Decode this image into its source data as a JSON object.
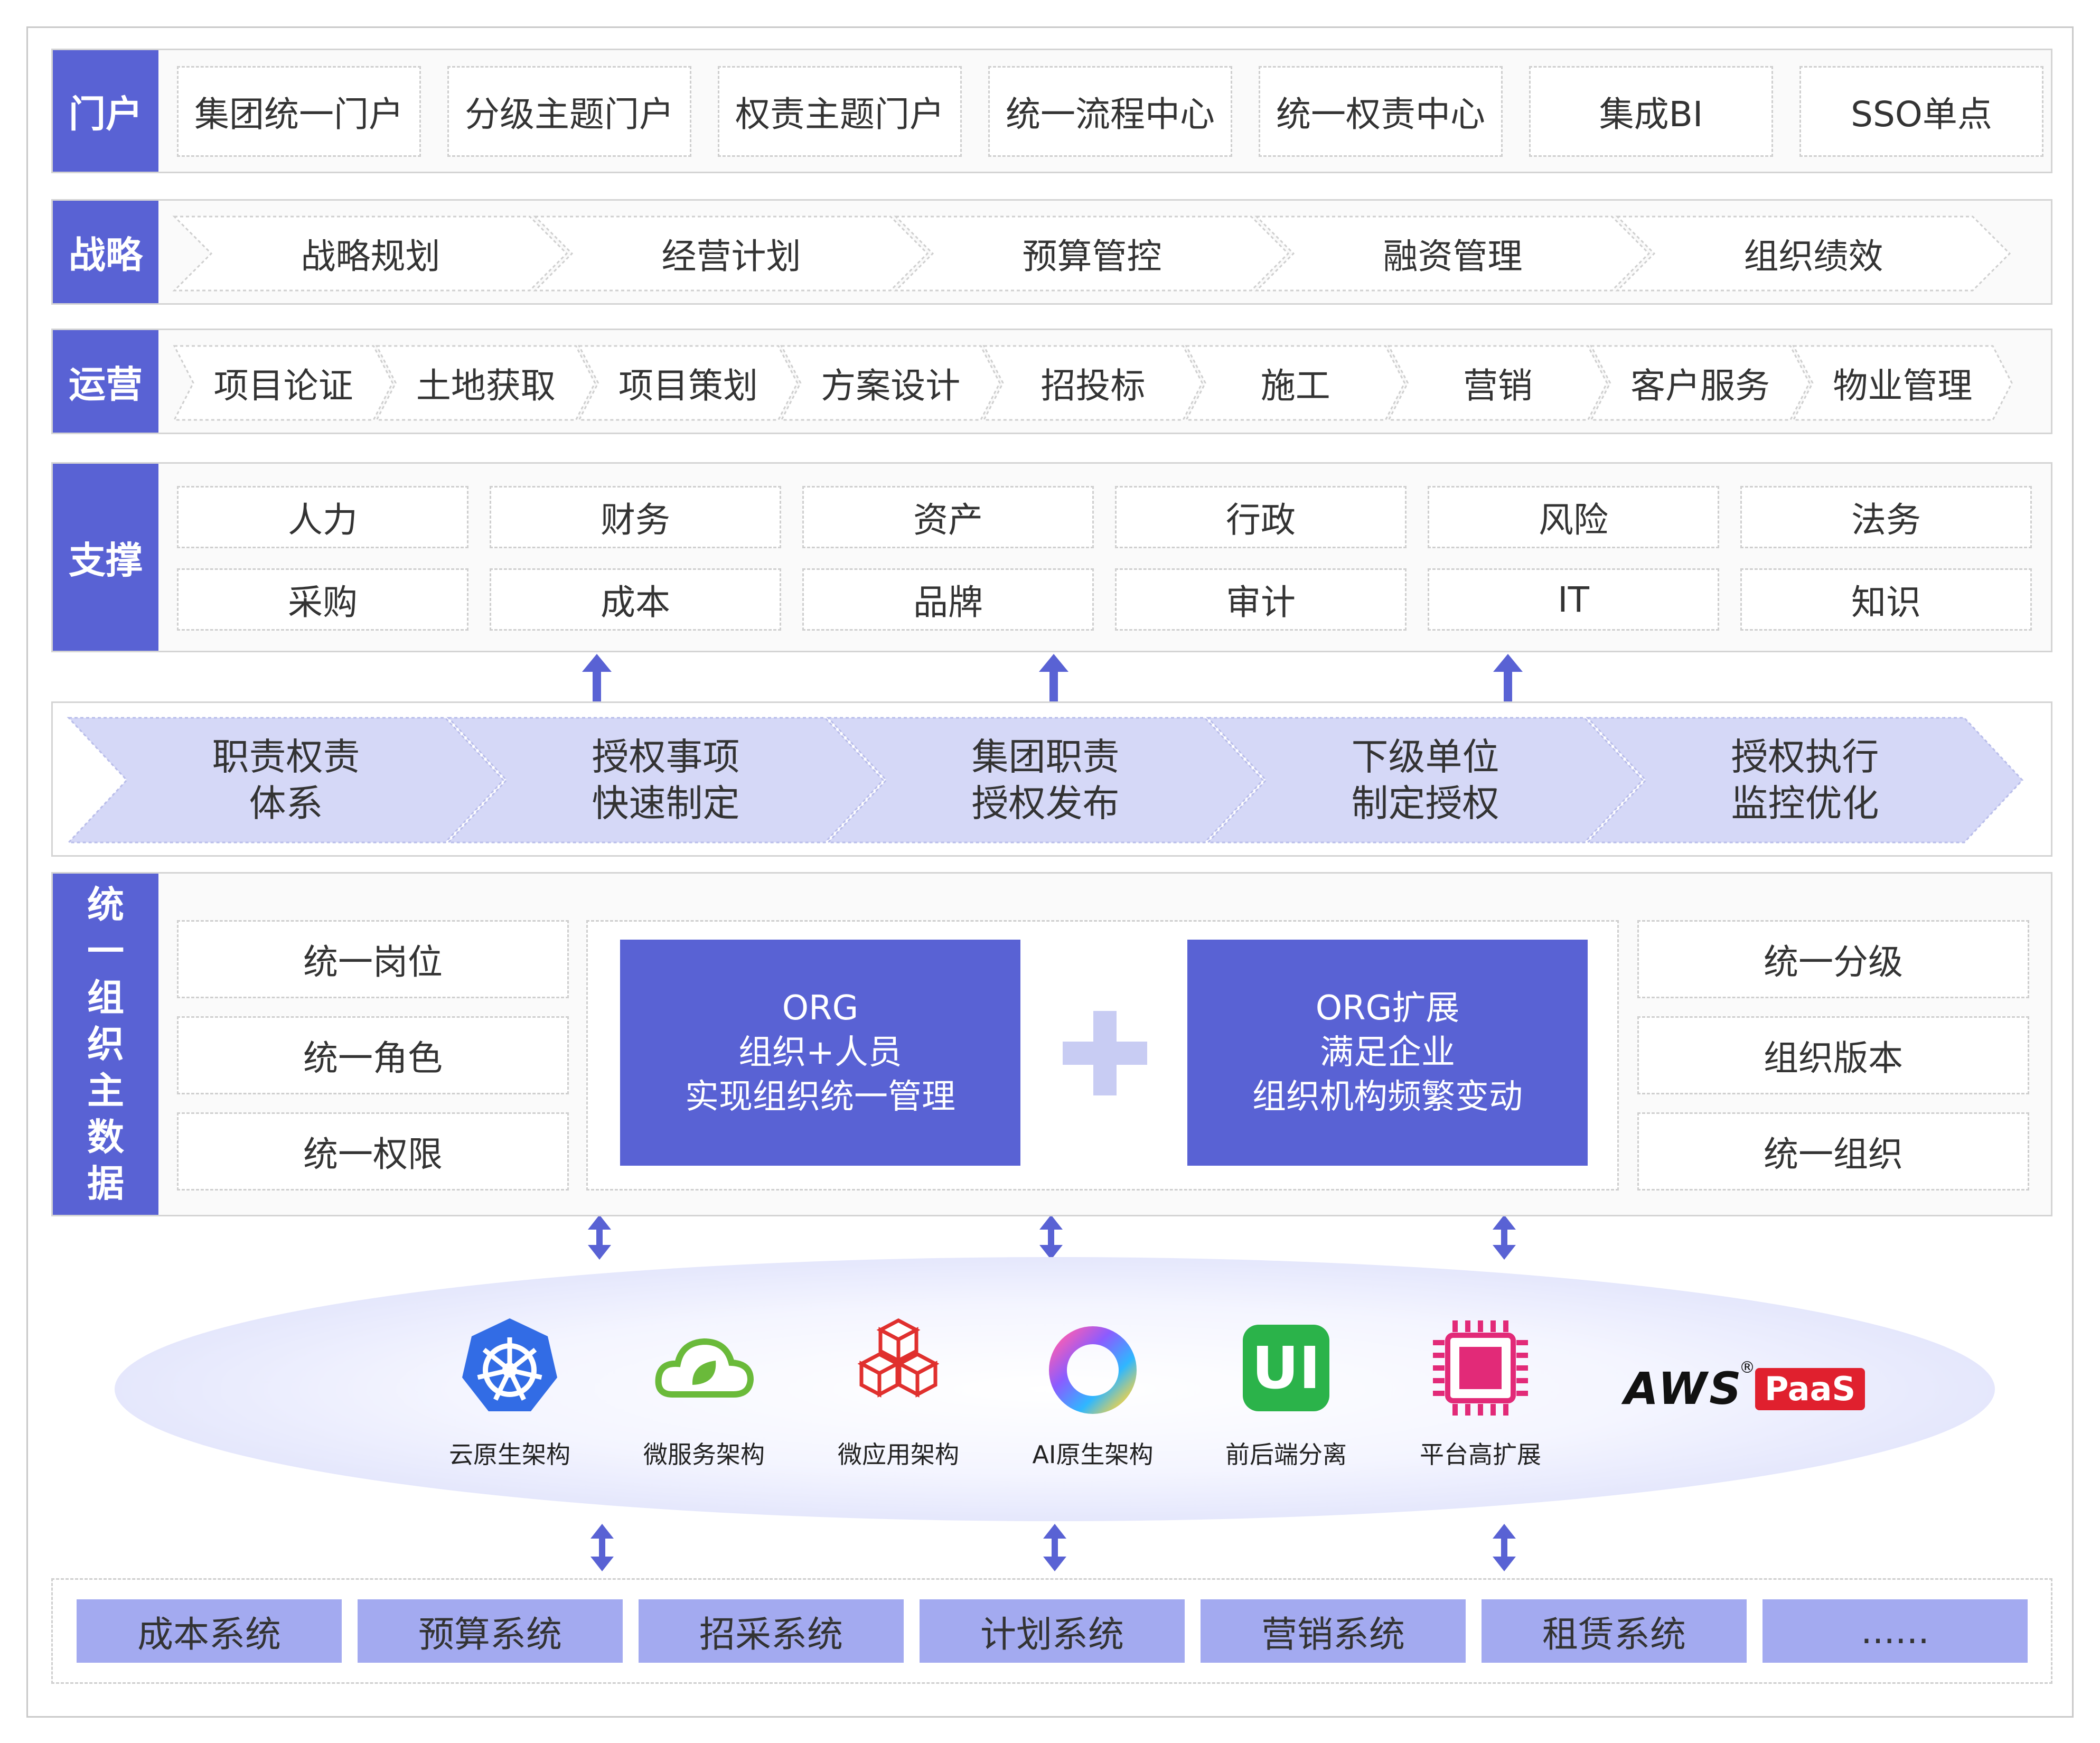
{
  "portal": {
    "label": "门户",
    "items": [
      "集团统一门户",
      "分级主题门户",
      "权责主题门户",
      "统一流程中心",
      "统一权责中心",
      "集成BI",
      "SSO单点"
    ]
  },
  "strategy": {
    "label": "战略",
    "items": [
      "战略规划",
      "经营计划",
      "预算管控",
      "融资管理",
      "组织绩效"
    ]
  },
  "operation": {
    "label": "运营",
    "items": [
      "项目论证",
      "土地获取",
      "项目策划",
      "方案设计",
      "招投标",
      "施工",
      "营销",
      "客户服务",
      "物业管理"
    ]
  },
  "support": {
    "label": "支撑",
    "row1": [
      "人力",
      "财务",
      "资产",
      "行政",
      "风险",
      "法务"
    ],
    "row2": [
      "采购",
      "成本",
      "品牌",
      "审计",
      "IT",
      "知识"
    ]
  },
  "flow": {
    "steps": [
      {
        "line1": "职责权责",
        "line2": "体系"
      },
      {
        "line1": "授权事项",
        "line2": "快速制定"
      },
      {
        "line1": "集团职责",
        "line2": "授权发布"
      },
      {
        "line1": "下级单位",
        "line2": "制定授权"
      },
      {
        "line1": "授权执行",
        "line2": "监控优化"
      }
    ]
  },
  "mdm": {
    "label_chars": [
      "统",
      "一",
      "组",
      "织",
      "主",
      "数",
      "据"
    ],
    "left": [
      "统一岗位",
      "统一角色",
      "统一权限"
    ],
    "org_box": {
      "line1": "ORG",
      "line2": "组织+人员",
      "line3": "实现组织统一管理"
    },
    "org_ext_box": {
      "line1": "ORG扩展",
      "line2": "满足企业",
      "line3": "组织机构频繁变动"
    },
    "right": [
      "统一分级",
      "组织版本",
      "统一组织"
    ]
  },
  "tech": {
    "items": [
      {
        "icon": "kubernetes-icon",
        "label": "云原生架构"
      },
      {
        "icon": "cloud-leaf-icon",
        "label": "微服务架构"
      },
      {
        "icon": "cubes-icon",
        "label": "微应用架构"
      },
      {
        "icon": "ai-ring-icon",
        "label": "AI原生架构"
      },
      {
        "icon": "ui-icon",
        "label": "前后端分离"
      },
      {
        "icon": "chip-icon",
        "label": "平台高扩展"
      }
    ],
    "ui_icon_text": "UI",
    "brand": {
      "aws": "AWS",
      "reg": "®",
      "paas": "PaaS"
    }
  },
  "systems": {
    "items": [
      "成本系统",
      "预算系统",
      "招采系统",
      "计划系统",
      "营销系统",
      "租赁系统",
      "......"
    ]
  },
  "colors": {
    "primary": "#5962d4",
    "flow_fill": "#d5d8f7",
    "system_fill": "#a3aaf0",
    "aws_red": "#e0202e"
  }
}
